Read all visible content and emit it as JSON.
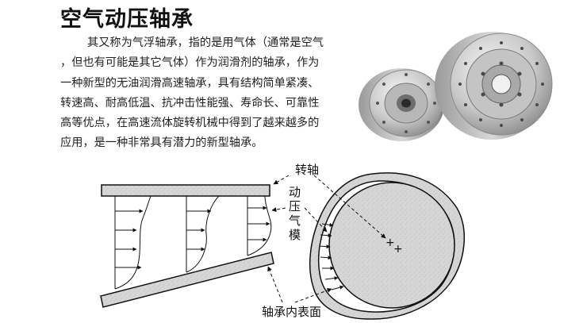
{
  "title": "空气动压轴承",
  "description_lines": [
    "其又称为气浮轴承，指的是用气体（通常是空气",
    "，但也有可能是其它气体）作为润滑剂的轴承，作为",
    "一种新型的无油润滑高速轴承，具有结构简单紧凑、",
    "转速高、耐高低温、抗冲击性能强、寿命长、可靠性",
    "高等优点，在高速流体旋转机械中得到了越来越多的",
    "应用，是一种非常具有潜力的新型轴承。"
  ],
  "diagram": {
    "label_shaft": "转轴",
    "label_film": [
      "动",
      "压",
      "气",
      "模"
    ],
    "label_inner_surface": "轴承内表面",
    "center_marks": [
      "+",
      "+"
    ]
  }
}
